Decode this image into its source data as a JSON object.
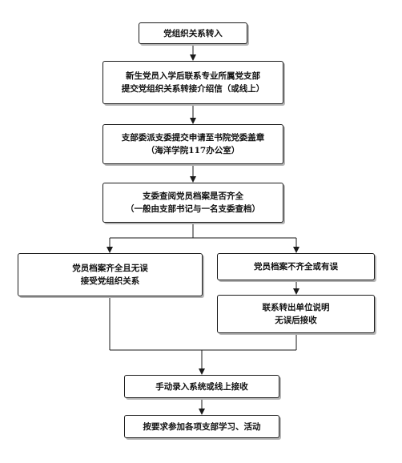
{
  "flowchart": {
    "steps": [
      {
        "lines": [
          "党组织关系转入"
        ]
      },
      {
        "lines": [
          "新生党员入学后联系专业所属党支部",
          "提交党组织关系转接介绍信（或线上）"
        ]
      },
      {
        "lines": [
          "支部委派支委提交申请至书院党委盖章",
          "（海洋学院117办公室）"
        ]
      },
      {
        "lines": [
          "支委查阅党员档案是否齐全",
          "（一般由支部书记与一名支委查档）"
        ]
      },
      {
        "lines": [
          "党员档案齐全且无误",
          "接受党组织关系"
        ]
      },
      {
        "lines": [
          "党员档案不齐全或有误"
        ]
      },
      {
        "lines": [
          "联系转出单位说明",
          "无误后接收"
        ]
      },
      {
        "lines": [
          "手动录入系统或线上接收"
        ]
      },
      {
        "lines": [
          "按要求参加各项支部学习、活动"
        ]
      }
    ]
  }
}
